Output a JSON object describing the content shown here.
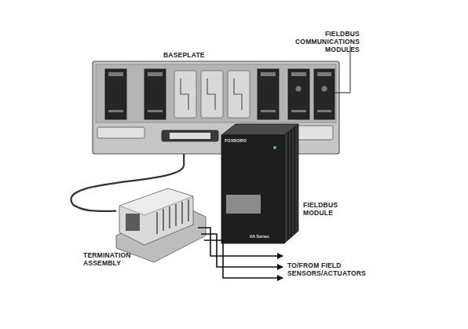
{
  "diagram": {
    "nodes": [
      {
        "text": [
          "BASEPLATE"
        ]
      },
      {
        "text": [
          "FIELDBUS MODULE"
        ]
      },
      {
        "text": [
          "TERMINATION ASSEMBLY"
        ]
      }
    ],
    "edges": [
      {
        "from": 0,
        "to": 2,
        "arrow": "none"
      }
    ],
    "labels": [
      "FIELDBUS COMMUNICATIONS MODULES",
      "TO/FROM FIELD SENSORS/ACTUATORS",
      "FOXBORO",
      "I/A Series"
    ]
  }
}
